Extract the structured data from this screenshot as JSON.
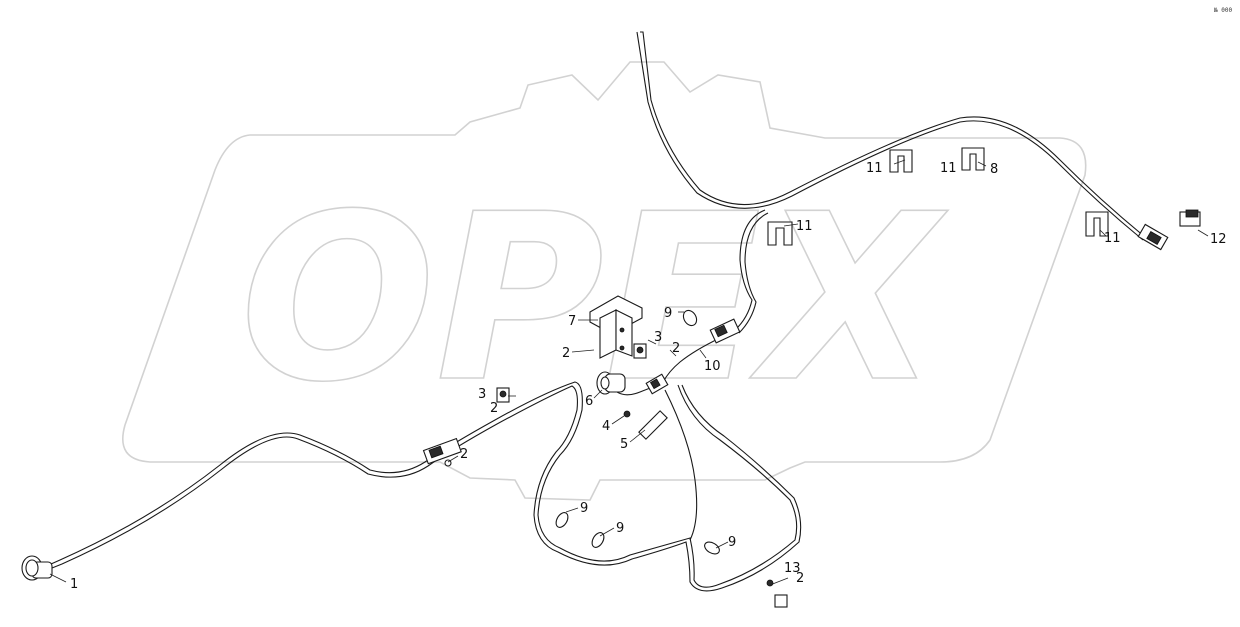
{
  "watermark": {
    "text": "OPEX"
  },
  "corner_code": "№ 000",
  "callouts": [
    {
      "id": "c1",
      "text": "1"
    },
    {
      "id": "c2a",
      "text": "2"
    },
    {
      "id": "c2b",
      "text": "2"
    },
    {
      "id": "c2c",
      "text": "2"
    },
    {
      "id": "c2d",
      "text": "2"
    },
    {
      "id": "c2e",
      "text": "2"
    },
    {
      "id": "c3a",
      "text": "3"
    },
    {
      "id": "c3b",
      "text": "3"
    },
    {
      "id": "c4",
      "text": "4"
    },
    {
      "id": "c5",
      "text": "5"
    },
    {
      "id": "c6",
      "text": "6"
    },
    {
      "id": "c7",
      "text": "7"
    },
    {
      "id": "c8",
      "text": "8"
    },
    {
      "id": "c9a",
      "text": "9"
    },
    {
      "id": "c9b",
      "text": "9"
    },
    {
      "id": "c9c",
      "text": "9"
    },
    {
      "id": "c9d",
      "text": "9"
    },
    {
      "id": "c10",
      "text": "10"
    },
    {
      "id": "c11a",
      "text": "11"
    },
    {
      "id": "c11b",
      "text": "11"
    },
    {
      "id": "c11c",
      "text": "11"
    },
    {
      "id": "c11d",
      "text": "11"
    },
    {
      "id": "c12",
      "text": "12"
    },
    {
      "id": "c13",
      "text": "13"
    }
  ]
}
